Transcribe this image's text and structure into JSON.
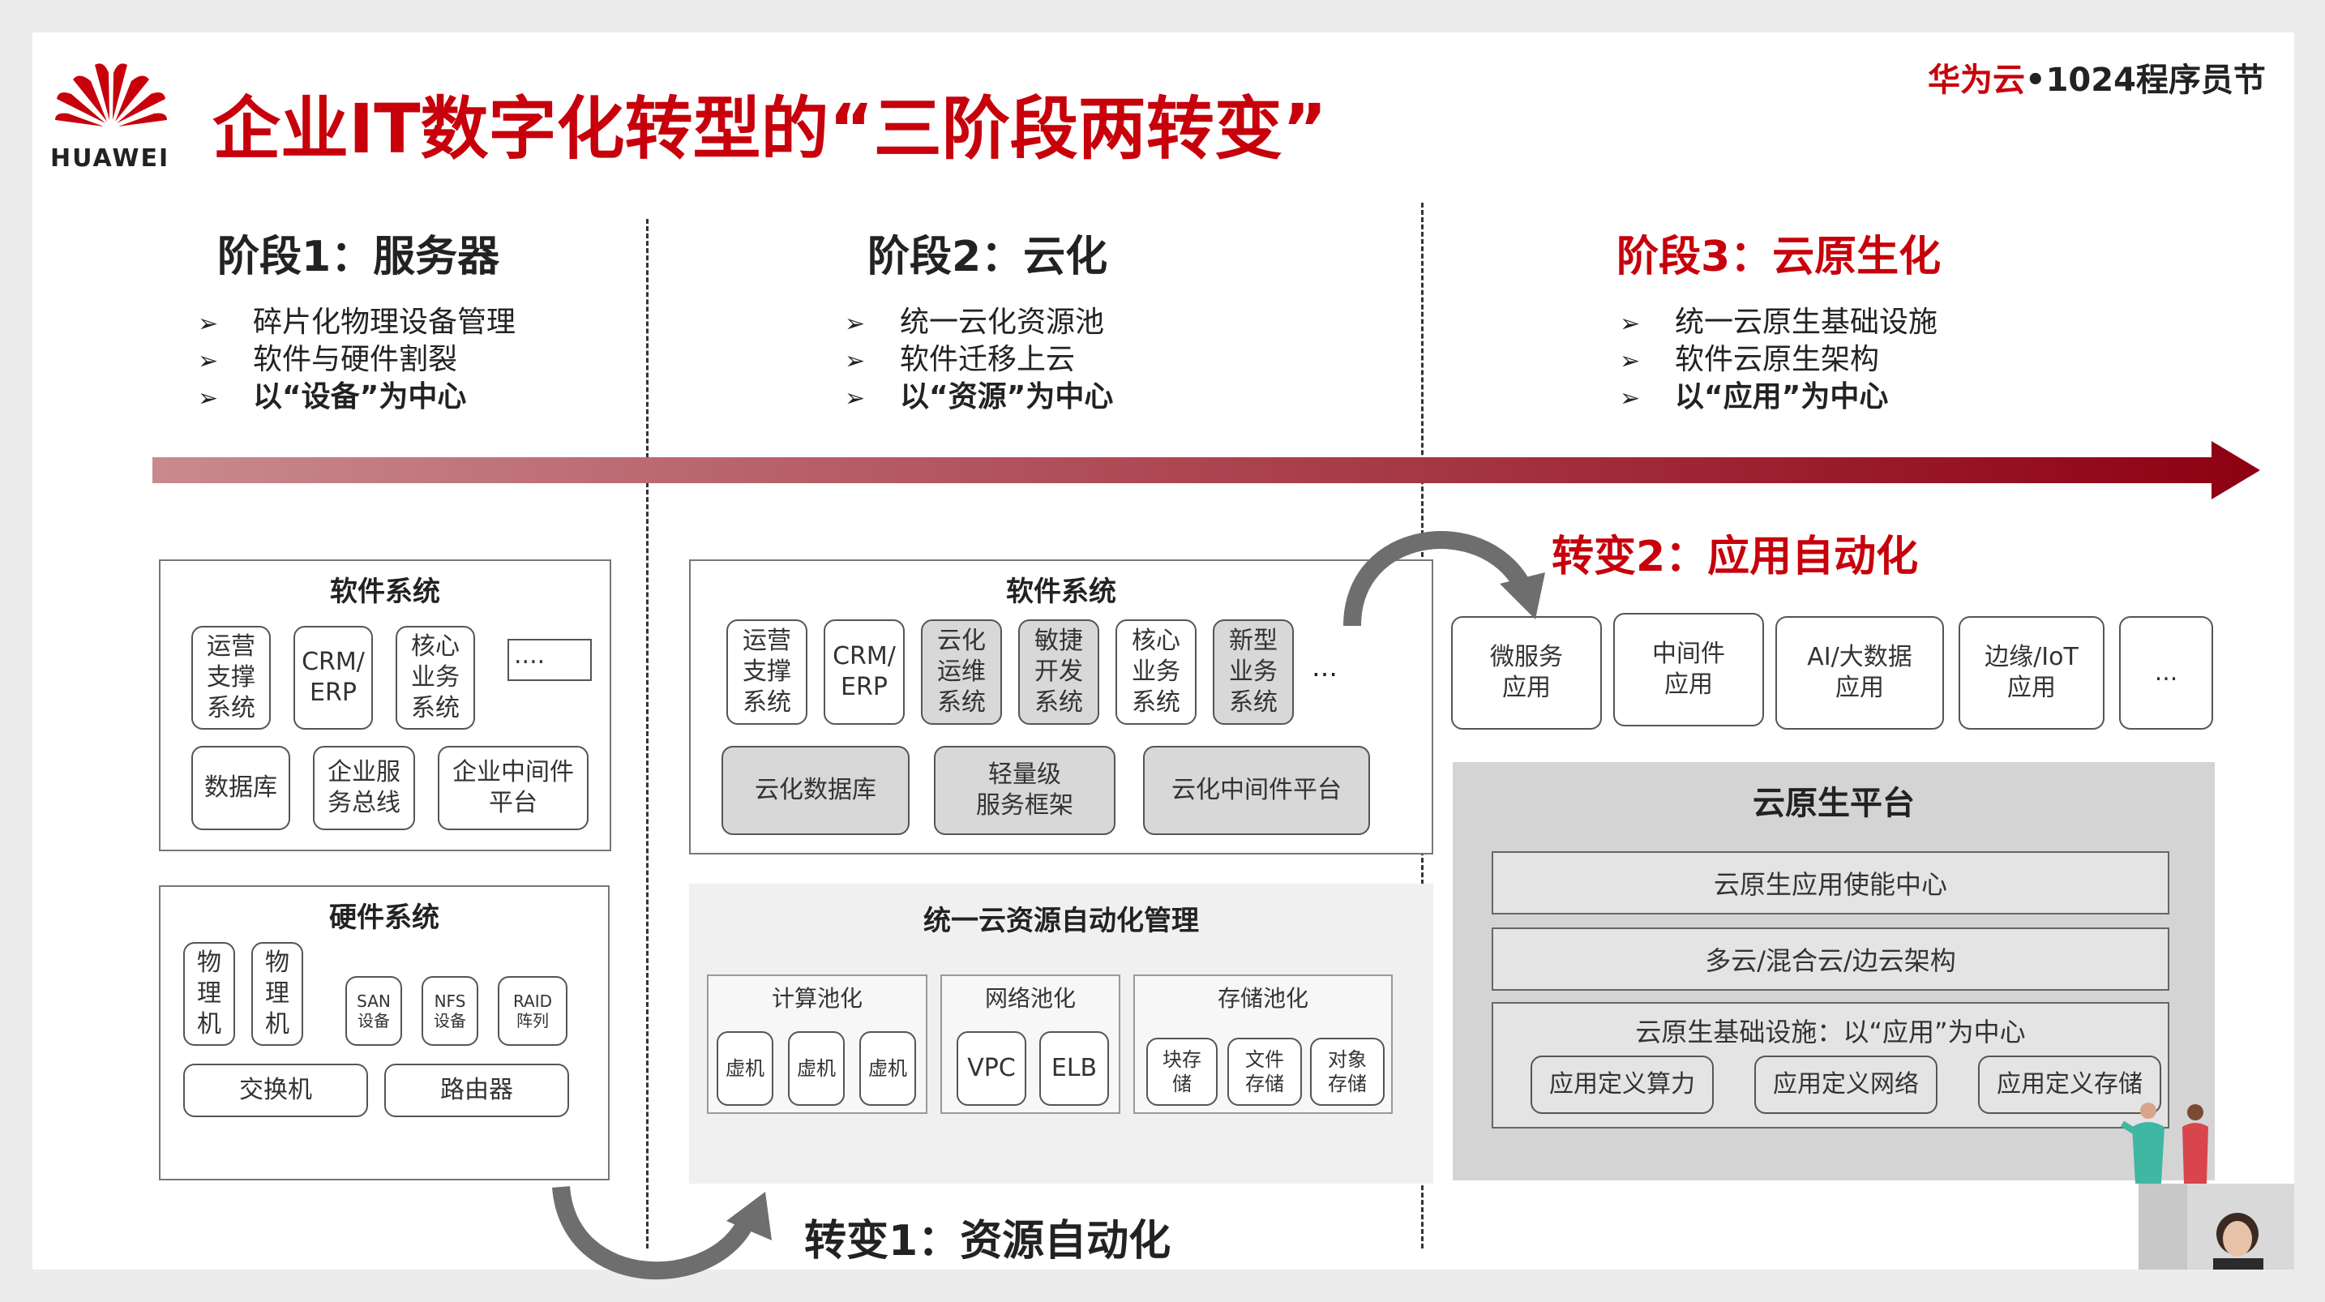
{
  "brand": {
    "name": "HUAWEI",
    "color": "#c7000b"
  },
  "event": {
    "part1": "华为云",
    "sep": "•",
    "part2": "1024程序员节"
  },
  "title": "企业IT数字化转型的“三阶段两转变”",
  "stages": [
    {
      "title": "阶段1：服务器",
      "bullets": [
        "碎片化物理设备管理",
        "软件与硬件割裂",
        "以“设备”为中心"
      ]
    },
    {
      "title": "阶段2：云化",
      "bullets": [
        "统一云化资源池",
        "软件迁移上云",
        "以“资源”为中心"
      ]
    },
    {
      "title": "阶段3：云原生化",
      "bullets": [
        "统一云原生基础设施",
        "软件云原生架构",
        "以“应用”为中心"
      ]
    }
  ],
  "stage1": {
    "software": {
      "title": "软件系统",
      "boxes": [
        "运营\n支撑\n系统",
        "CRM/\nERP",
        "核心\n业务\n系统",
        "....",
        "数据库",
        "企业服\n务总线",
        "企业中间件\n平台"
      ]
    },
    "hardware": {
      "title": "硬件系统",
      "boxes": [
        "物\n理\n机",
        "物\n理\n机",
        "SAN\n设备",
        "NFS\n设备",
        "RAID\n阵列",
        "交换机",
        "路由器"
      ]
    }
  },
  "stage2": {
    "software": {
      "title": "软件系统",
      "boxes": [
        "运营\n支撑\n系统",
        "CRM/\nERP",
        "云化\n运维\n系统",
        "敏捷\n开发\n系统",
        "核心\n业务\n系统",
        "新型\n业务\n系统",
        "…"
      ],
      "bottom": [
        "云化数据库",
        "轻量级\n服务框架",
        "云化中间件平台"
      ]
    },
    "resource": {
      "title": "统一云资源自动化管理",
      "compute": {
        "title": "计算池化",
        "items": [
          "虚机",
          "虚机",
          "虚机"
        ]
      },
      "network": {
        "title": "网络池化",
        "items": [
          "VPC",
          "ELB"
        ]
      },
      "storage": {
        "title": "存储池化",
        "items": [
          "块存\n储",
          "文件\n存储",
          "对象\n存储"
        ]
      }
    }
  },
  "stage3": {
    "apps": [
      "微服务\n应用",
      "中间件\n应用",
      "AI/大数据\n应用",
      "边缘/IoT\n应用",
      "..."
    ],
    "platform": {
      "title": "云原生平台",
      "row1": "云原生应用使能中心",
      "row2": "多云/混合云/边云架构",
      "infra_title": "云原生基础设施：以“应用”为中心",
      "infra_items": [
        "应用定义算力",
        "应用定义网络",
        "应用定义存储"
      ]
    }
  },
  "transitions": {
    "t1": "转变1：资源自动化",
    "t2": "转变2：应用自动化"
  },
  "colors": {
    "red": "#c7000b",
    "arrow_start": "#c98a8f",
    "arrow_end": "#8e0012"
  }
}
